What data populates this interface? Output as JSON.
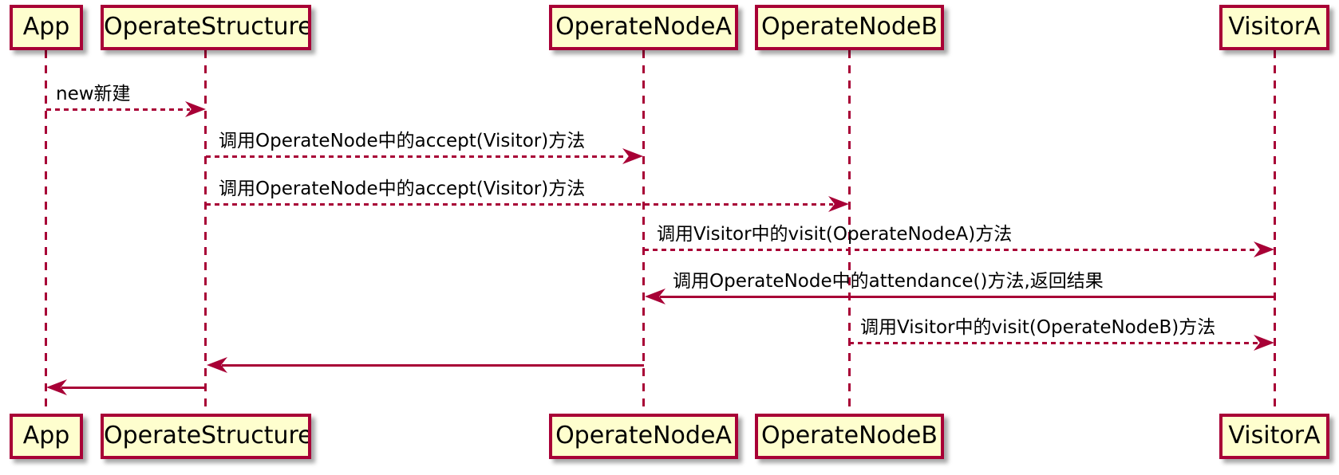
{
  "diagram": {
    "kind": "sequence-diagram",
    "colors": {
      "participant_fill": "#FEFECE",
      "line": "#A80036",
      "text": "#000000",
      "background": "#FFFFFF"
    },
    "participants": [
      {
        "name": "App"
      },
      {
        "name": "OperateStructure"
      },
      {
        "name": "OperateNodeA"
      },
      {
        "name": "OperateNodeB"
      },
      {
        "name": "VisitorA"
      }
    ],
    "messages": [
      {
        "from": "App",
        "to": "OperateStructure",
        "label": "new新建",
        "style": "dashed"
      },
      {
        "from": "OperateStructure",
        "to": "OperateNodeA",
        "label": "调用OperateNode中的accept(Visitor)方法",
        "style": "dashed"
      },
      {
        "from": "OperateStructure",
        "to": "OperateNodeB",
        "label": "调用OperateNode中的accept(Visitor)方法",
        "style": "dashed"
      },
      {
        "from": "OperateNodeA",
        "to": "VisitorA",
        "label": "调用Visitor中的visit(OperateNodeA)方法",
        "style": "dashed"
      },
      {
        "from": "VisitorA",
        "to": "OperateNodeA",
        "label": "调用OperateNode中的attendance()方法,返回结果",
        "style": "solid"
      },
      {
        "from": "OperateNodeB",
        "to": "VisitorA",
        "label": "调用Visitor中的visit(OperateNodeB)方法",
        "style": "dashed"
      },
      {
        "from": "OperateNodeA",
        "to": "OperateStructure",
        "label": "",
        "style": "solid"
      },
      {
        "from": "OperateStructure",
        "to": "App",
        "label": "",
        "style": "solid"
      }
    ]
  }
}
